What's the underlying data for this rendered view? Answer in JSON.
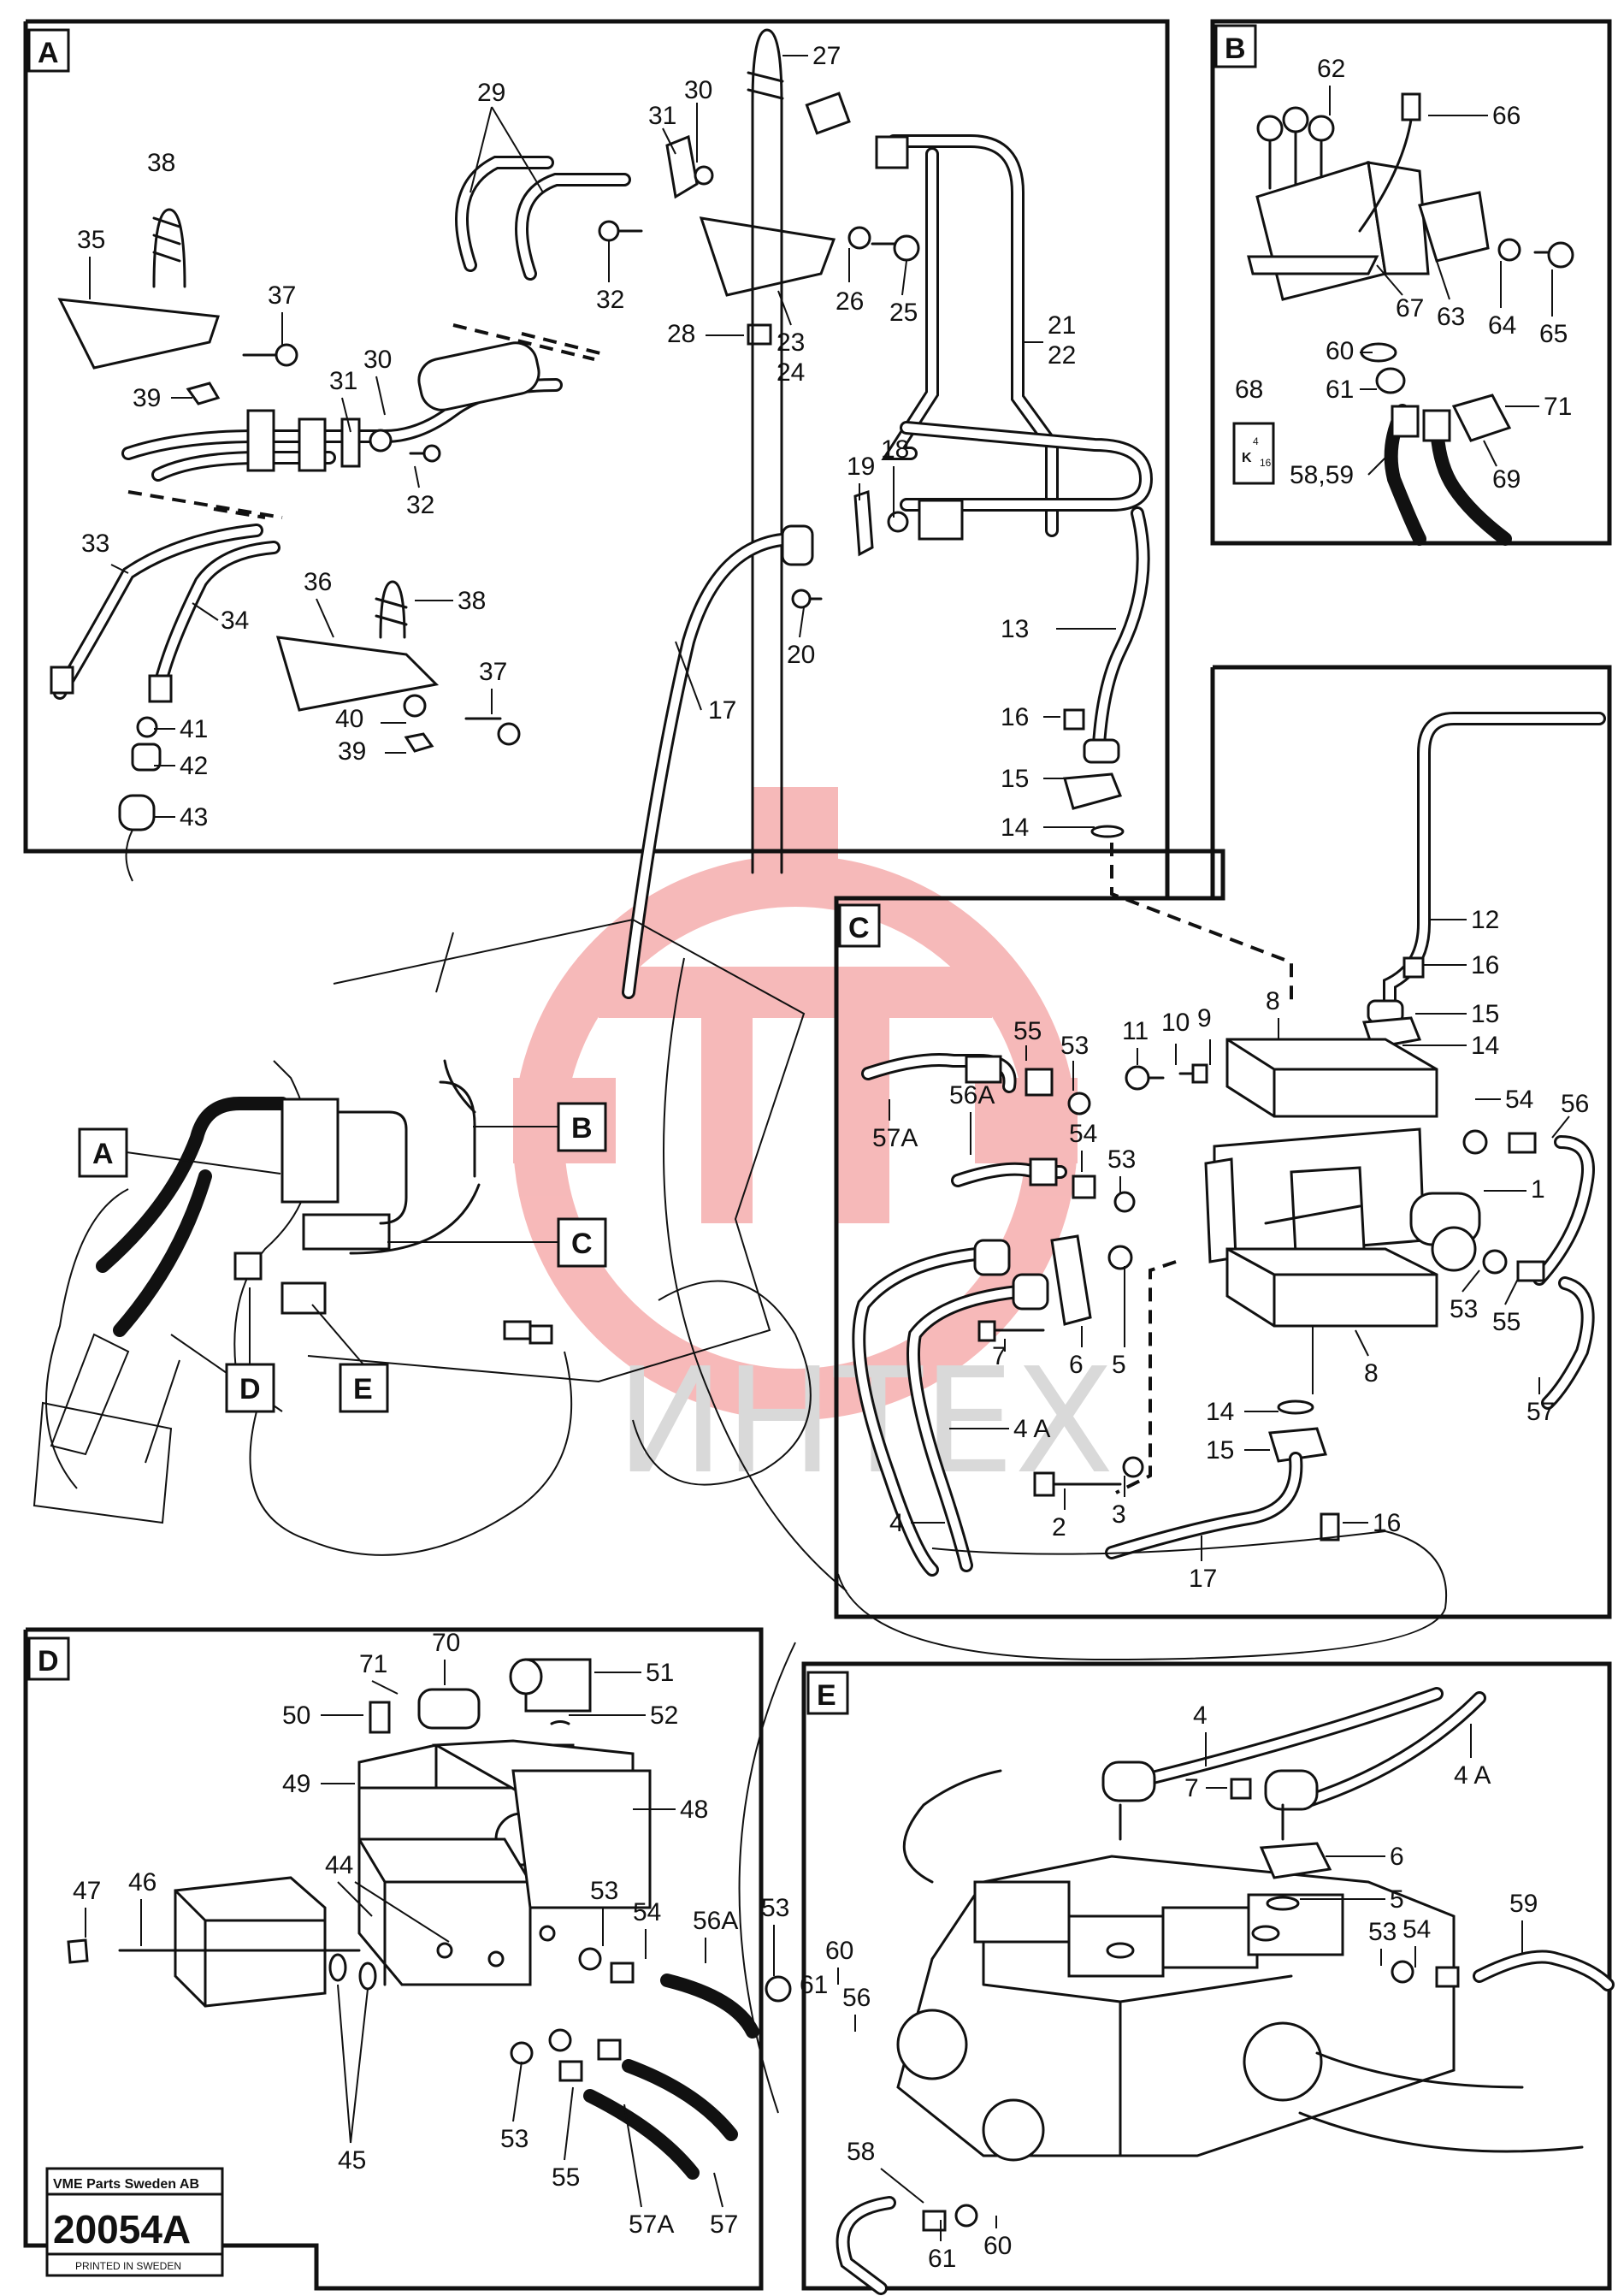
{
  "sections": [
    "A",
    "B",
    "C",
    "D",
    "E"
  ],
  "overview_labels": [
    "A",
    "B",
    "C",
    "D",
    "E"
  ],
  "part_labels": {
    "A": [
      "27",
      "29",
      "30",
      "31",
      "38",
      "35",
      "37",
      "32",
      "26",
      "25",
      "28",
      "23",
      "24",
      "21",
      "22",
      "39",
      "31",
      "30",
      "32",
      "19",
      "18",
      "33",
      "34",
      "36",
      "38",
      "37",
      "20",
      "13",
      "40",
      "39",
      "41",
      "42",
      "43",
      "17",
      "16",
      "15",
      "14"
    ],
    "B": [
      "62",
      "66",
      "67",
      "63",
      "64",
      "65",
      "60",
      "61",
      "68",
      "71",
      "58,59",
      "69"
    ],
    "C": [
      "12",
      "16",
      "8",
      "15",
      "14",
      "55",
      "53",
      "11",
      "10",
      "9",
      "57A",
      "56A",
      "54",
      "53",
      "54",
      "56",
      "1",
      "7",
      "6",
      "5",
      "53",
      "55",
      "8",
      "4 A",
      "14",
      "15",
      "57",
      "4",
      "2",
      "3",
      "16",
      "17"
    ],
    "D": [
      "71",
      "70",
      "51",
      "50",
      "52",
      "49",
      "48",
      "44",
      "47",
      "46",
      "53",
      "54",
      "56A",
      "53",
      "45",
      "53",
      "55",
      "57A",
      "57"
    ],
    "E": [
      "4",
      "7",
      "4 A",
      "6",
      "5",
      "59",
      "53",
      "54",
      "60",
      "61",
      "56",
      "58",
      "61",
      "60"
    ]
  },
  "stamp": {
    "company": "VME Parts Sweden AB",
    "number": "20054A",
    "printed": "PRINTED IN SWEDEN"
  },
  "watermark": "ИНТЕХ",
  "colors": {
    "line": "#111111",
    "watermark_logo": "#f3b3b3",
    "watermark_text": "#d9d9d9"
  }
}
